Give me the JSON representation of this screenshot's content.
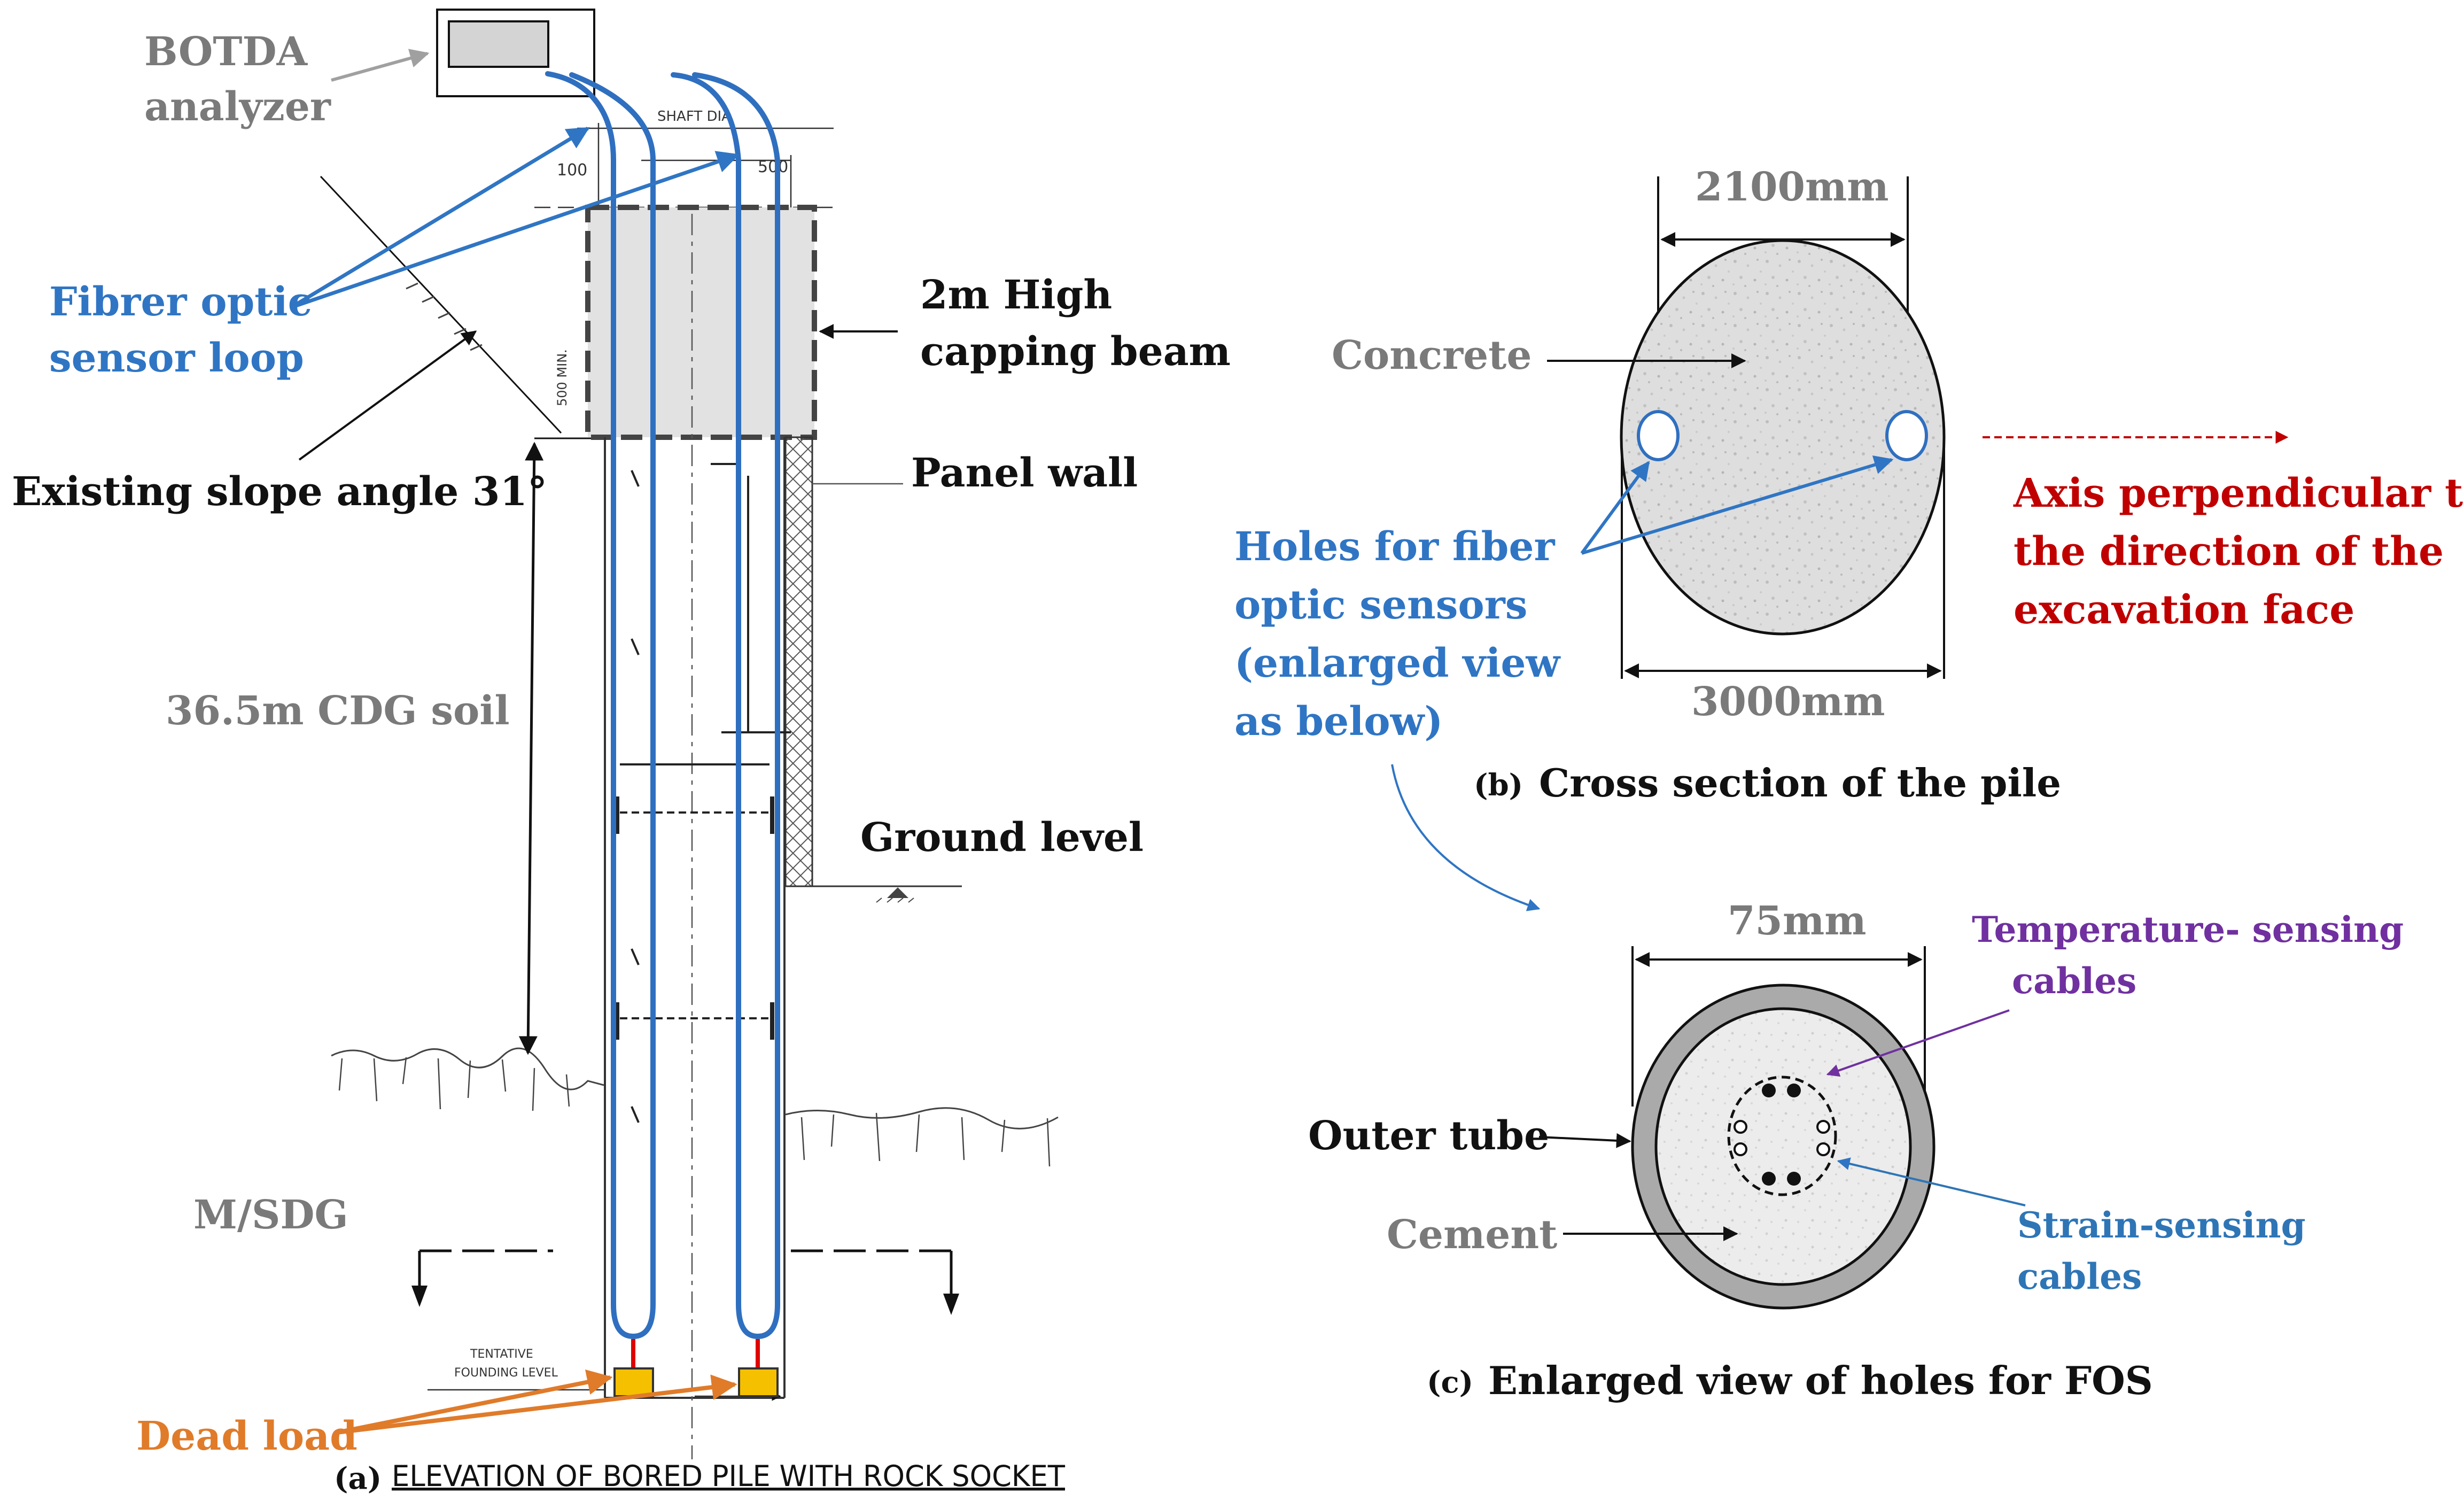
{
  "colors": {
    "fiber_blue": "#2f6fc0",
    "label_blue": "#2f75c4",
    "gray_label": "#7a7a7a",
    "orange": "#e07b2a",
    "red": "#c00000",
    "purple": "#7030a0",
    "strain_blue": "#2e75b6",
    "concrete_gray": "#d9d9d9",
    "dead_load_yellow": "#f5c000",
    "dark": "#111111"
  },
  "panel_a": {
    "botda_label_1": "BOTDA",
    "botda_label_2": "analyzer",
    "fibre_label_1": "Fibrer optic",
    "fibre_label_2": "sensor loop",
    "slope_label": "Existing slope angle 31°",
    "capping_label_1": "2m High",
    "capping_label_2": "capping beam",
    "panel_wall_label": "Panel wall",
    "cdg_label": "36.5m CDG soil",
    "ground_level_label": "Ground level",
    "msdg_label": "M/SDG",
    "dead_load_label": "Dead load",
    "caption_prefix": "(a)",
    "caption_text": "ELEVATION OF BORED PILE WITH ROCK SOCKET",
    "cad_shaft_dia": "SHAFT DIA",
    "cad_100": "100",
    "cad_500": "500",
    "cad_500_min": "500 MIN.",
    "cad_tentative": "TENTATIVE",
    "cad_founding_level": "FOUNDING LEVEL"
  },
  "panel_b": {
    "dim_top": "2100mm",
    "dim_bottom": "3000mm",
    "concrete_label": "Concrete",
    "holes_label_1": "Holes for fiber",
    "holes_label_2": "optic sensors",
    "holes_label_3": "(enlarged view",
    "holes_label_4": "as below)",
    "axis_label_1": "Axis perpendicular to",
    "axis_label_2": "the direction of the",
    "axis_label_3": "excavation face",
    "caption_prefix": "(b)",
    "caption_text": "Cross section of the pile"
  },
  "panel_c": {
    "dim_top": "75mm",
    "temp_label_1": "Temperature- sensing",
    "temp_label_2": "cables",
    "outer_tube_label": "Outer tube",
    "cement_label": "Cement",
    "strain_label_1": "Strain-sensing",
    "strain_label_2": "cables",
    "caption_prefix": "(c)",
    "caption_text": "Enlarged view of holes for FOS"
  }
}
